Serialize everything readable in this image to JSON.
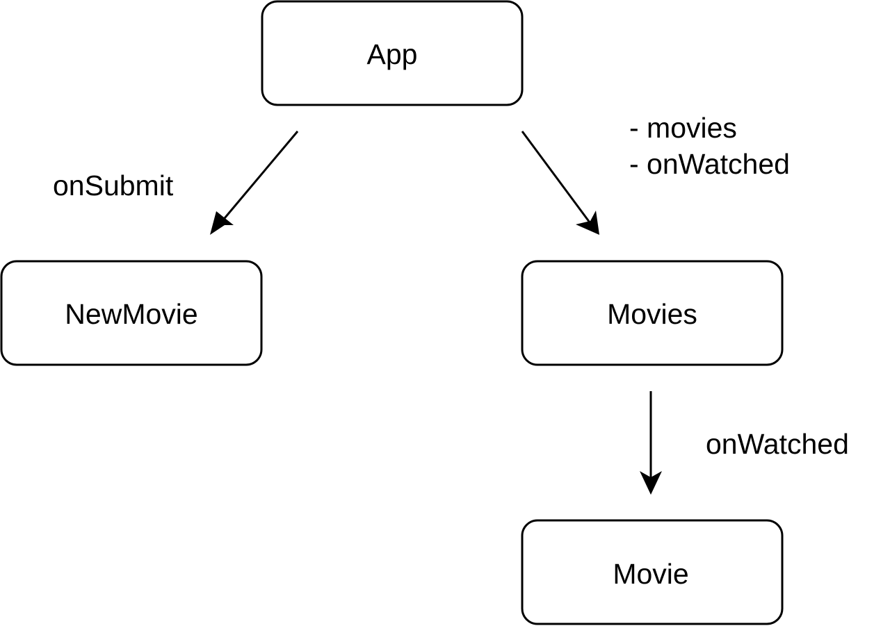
{
  "nodes": {
    "app": "App",
    "new_movie": "NewMovie",
    "movies": "Movies",
    "movie": "Movie"
  },
  "edges": {
    "app_to_new_movie": {
      "from": "App",
      "to": "NewMovie",
      "label_lines": [
        "onSubmit"
      ]
    },
    "app_to_movies": {
      "from": "App",
      "to": "Movies",
      "label_lines": [
        "- movies",
        "- onWatched"
      ]
    },
    "movies_to_movie": {
      "from": "Movies",
      "to": "Movie",
      "label_lines": [
        "onWatched"
      ]
    }
  },
  "colors": {
    "stroke": "#000000",
    "background": "#ffffff"
  }
}
